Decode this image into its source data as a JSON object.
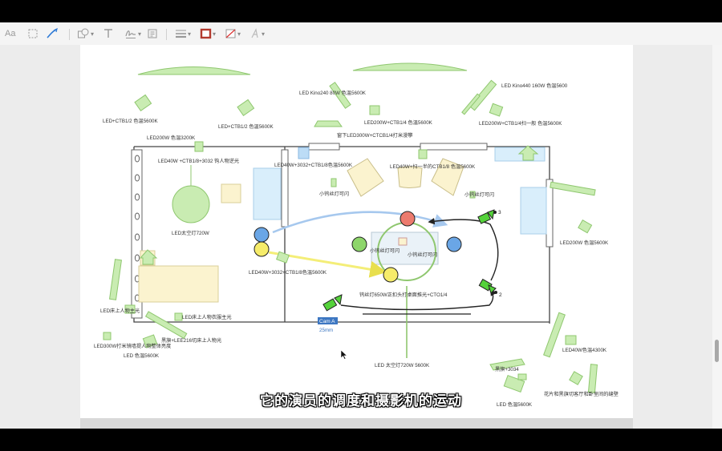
{
  "toolbar": {
    "text_style_label": "Aa"
  },
  "diagram": {
    "lights": [
      "LED Kino240 80W 色温5600K",
      "LED Kino440 160W 色温5600",
      "LED+CTB1/2 色温5600K",
      "LED+CTB1/2 色温5600K",
      "LED200W+CTB1/4 色温5600K",
      "LED200W+CTB1/4扫一般 色温5600K",
      "LED200W 色温3200K",
      "窗下LED300W+CTCB1/4打米漫攀",
      "LED40W +CTB1/8+3032 钩人物逆光",
      "LED40W+3032+CTB1/8色温5600K",
      "LED40W+扫一半的CTB1/8 色温5600K",
      "小钨丝灯可闪",
      "小钨丝灯可闪",
      "LED太空灯720W",
      "LED200W 色温5600K",
      "小钨丝灯可闪",
      "小钨丝灯可闪",
      "LED40W+3032+CTB1/8色温5600K",
      "钨丝灯650W正扣头打桌面推光+CTO1/4",
      "LED床上人物主光",
      "LED床上人物衣服主光",
      "LED300W打米镜墙提人物整体亮度",
      "黑旗+LEE216切床上人物光",
      "LED 色温5600K",
      "LED 太空灯720W  5600K",
      "LED40W色温4300K",
      "黑旗+3034",
      "LED 色温5600K",
      "花片和黑旗切客厅和卧室间的缝壁"
    ],
    "camera_label": "Cam A",
    "lens_label": "25mm",
    "marks": [
      "3",
      "2"
    ]
  },
  "subtitle": "它的演员的调度和摄影机的运动",
  "colors": {
    "light_fill": "#c9ecb2",
    "light_stroke": "#8fc76f",
    "actor_blue": "#6aa6e6",
    "actor_yellow": "#f6ec6a",
    "actor_red": "#ec7b6e",
    "actor_green": "#8ed66b",
    "move_blue": "#a6c8ee",
    "move_yellow": "#f4ee78",
    "camera_green": "#54d23a"
  }
}
